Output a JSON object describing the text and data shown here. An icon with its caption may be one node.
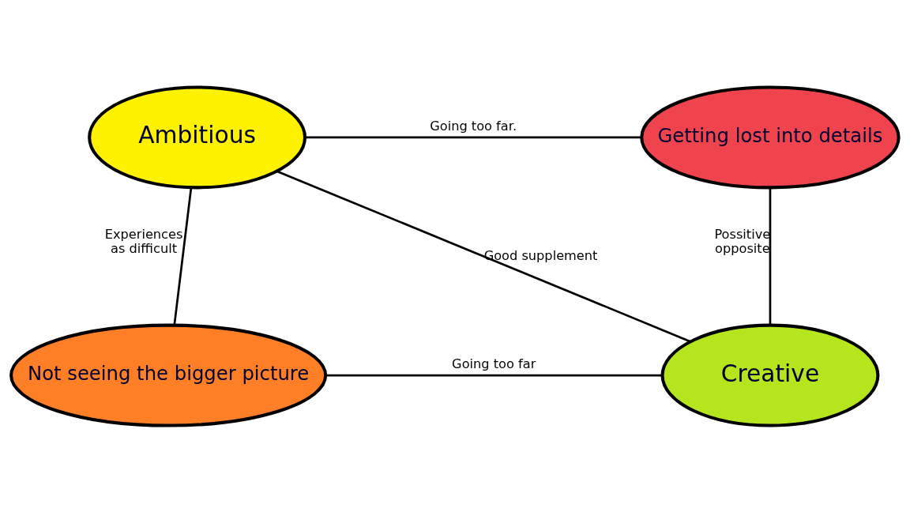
{
  "diagram": {
    "nodes": [
      {
        "text": [
          "Ambitious"
        ]
      },
      {
        "text": [
          "Getting lost into details"
        ]
      },
      {
        "text": [
          "Not seeing the bigger picture"
        ]
      },
      {
        "text": [
          "Creative"
        ]
      }
    ],
    "edges": [
      {
        "from": 0,
        "to": 1,
        "arrow": "none",
        "label": "Going too far."
      },
      {
        "from": 0,
        "to": 2,
        "arrow": "none",
        "label": "Experiences as difficult"
      },
      {
        "from": 0,
        "to": 3,
        "arrow": "none",
        "label": "Good supplement"
      },
      {
        "from": 1,
        "to": 3,
        "arrow": "none",
        "label": "Possitive opposite"
      },
      {
        "from": 2,
        "to": 3,
        "arrow": "none",
        "label": "Going too far"
      }
    ]
  }
}
